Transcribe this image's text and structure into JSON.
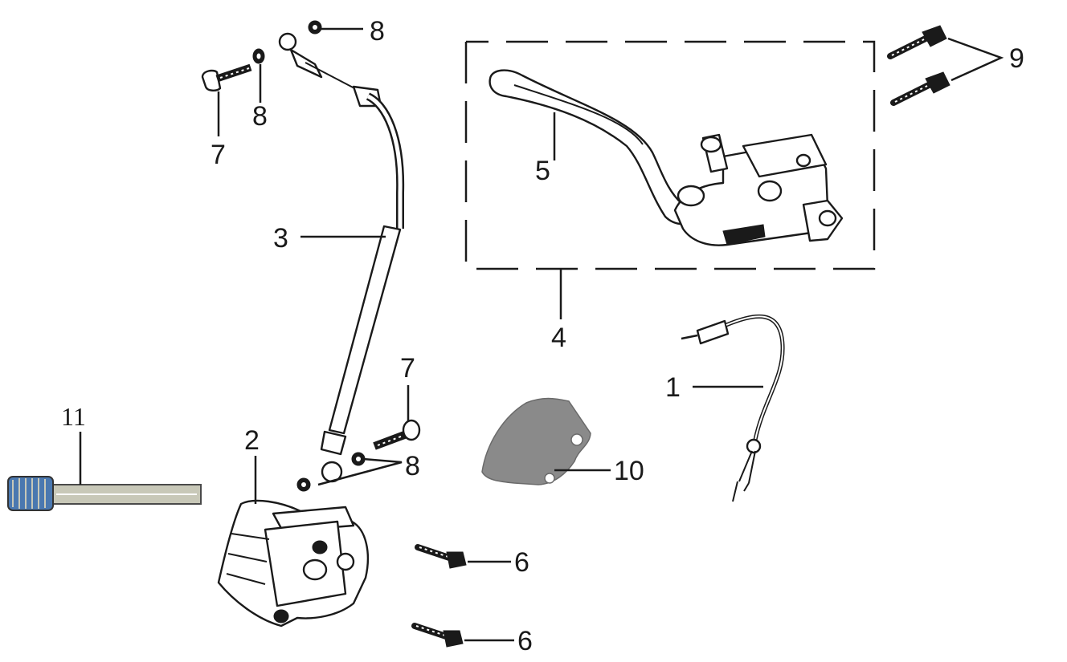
{
  "callouts": {
    "c1": "1",
    "c2": "2",
    "c3": "3",
    "c4": "4",
    "c5": "5",
    "c6a": "6",
    "c6b": "6",
    "c7a": "7",
    "c7b": "7",
    "c8a": "8",
    "c8b": "8",
    "c8c": "8",
    "c9": "9",
    "c10": "10",
    "c11": "11"
  },
  "colors": {
    "line": "#1a1a1a",
    "pad": "#8a8a8a",
    "pin_body": "#c8c8b8",
    "pin_thread": "#4a78b0"
  }
}
